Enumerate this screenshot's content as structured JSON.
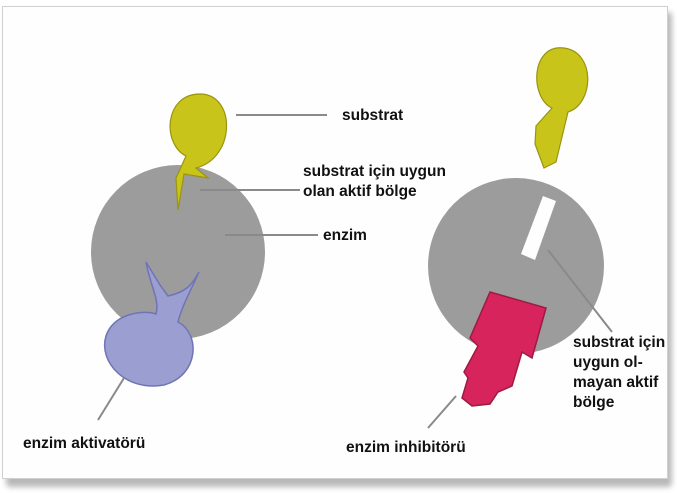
{
  "labels": {
    "substrate": "substrat",
    "suitable_site_line1": "substrat için uygun",
    "suitable_site_line2": "olan aktif bölge",
    "enzyme": "enzim",
    "activator": "enzim aktivatörü",
    "inhibitor": "enzim inhibitörü",
    "unsuitable_site_line1": "substrat için",
    "unsuitable_site_line2": "uygun ol-",
    "unsuitable_site_line3": "mayan aktif",
    "unsuitable_site_line4": "bölge"
  },
  "colors": {
    "enzyme": "#9c9c9c",
    "substrate": "#c8c41a",
    "substrate_edge": "#9a9412",
    "activator": "#9a9ed0",
    "activator_edge": "#7074b4",
    "inhibitor": "#d8245c",
    "inhibitor_edge": "#9c1a44",
    "leader_line": "#8a8a8a"
  }
}
